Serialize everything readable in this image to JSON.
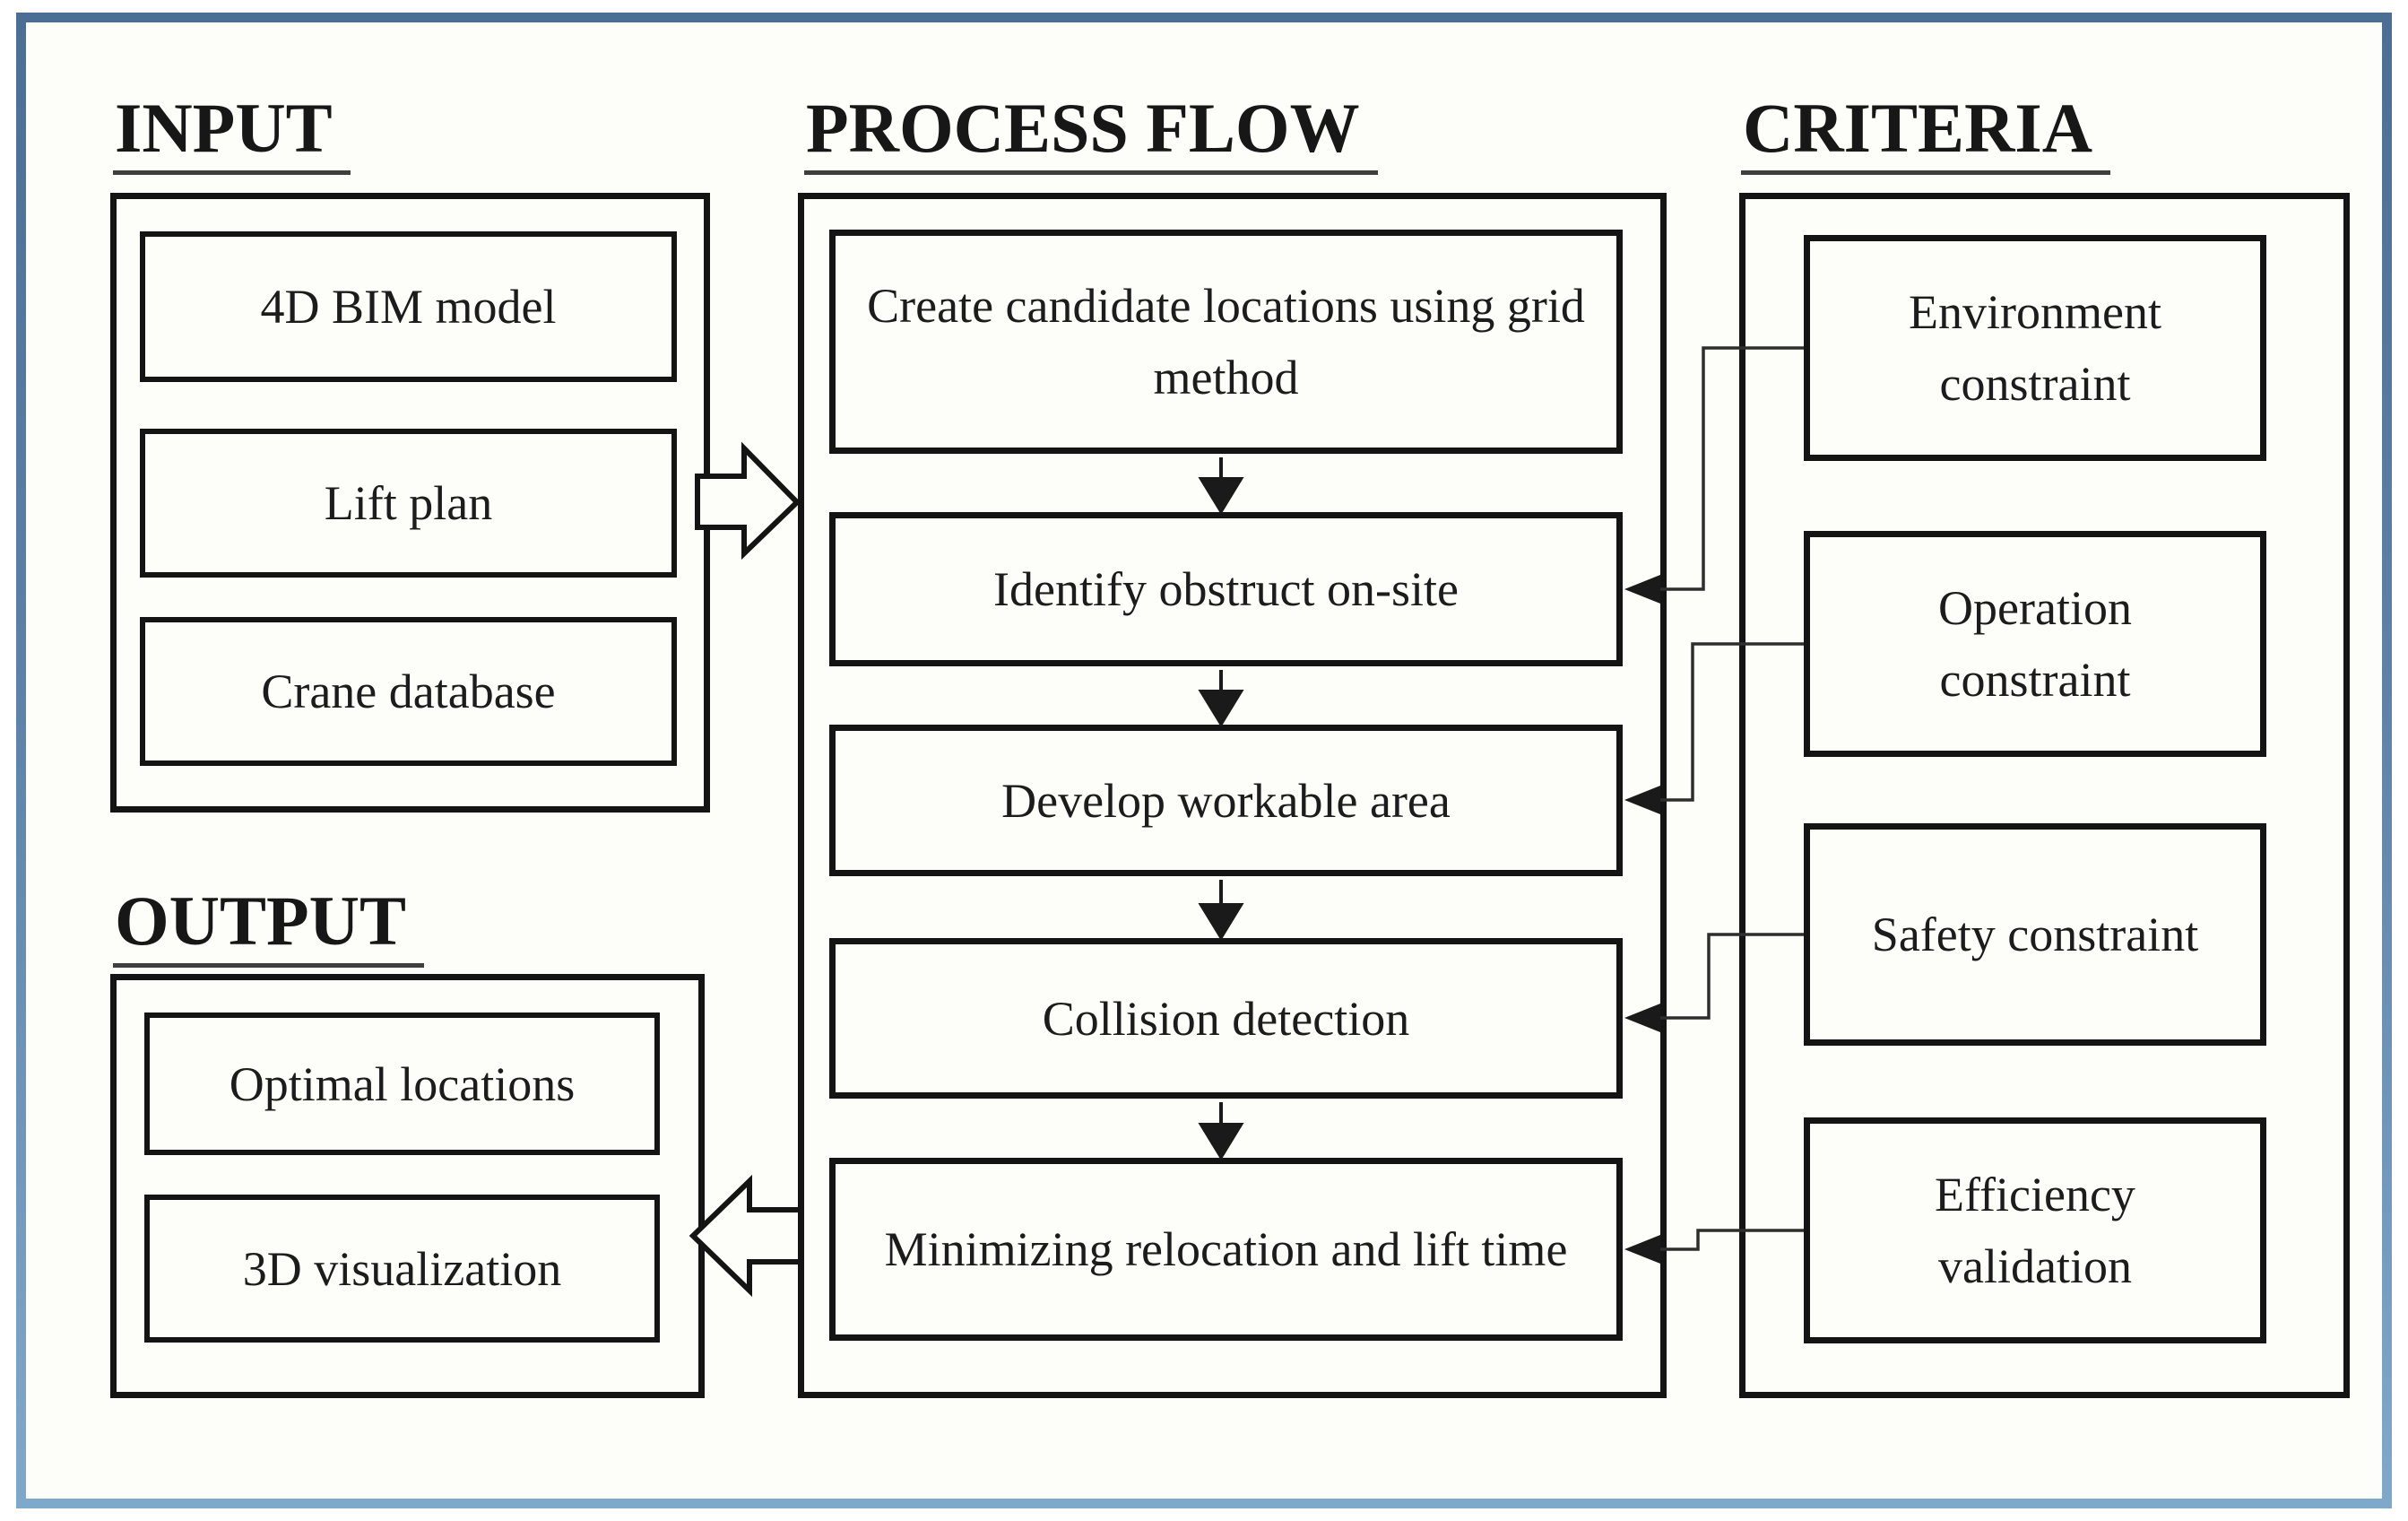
{
  "diagram": {
    "sections": {
      "input": {
        "title": "INPUT",
        "boxes": [
          "4D BIM model",
          "Lift plan",
          "Crane database"
        ]
      },
      "process": {
        "title": "PROCESS FLOW",
        "boxes": [
          "Create candidate locations using grid method",
          "Identify obstruct on-site",
          "Develop workable area",
          "Collision detection",
          "Minimizing relocation and lift time"
        ]
      },
      "criteria": {
        "title": "CRITERIA",
        "boxes": [
          "Environment constraint",
          "Operation constraint",
          "Safety constraint",
          "Efficiency validation"
        ]
      },
      "output": {
        "title": "OUTPUT",
        "boxes": [
          "Optimal locations",
          "3D visualization"
        ]
      }
    },
    "colors": {
      "frame_top": "#4b6e95",
      "frame_bottom": "#7fa9cb",
      "box_border": "#141414",
      "text": "#1c1c1c",
      "connector": "#2e2e2e",
      "background": "#fdfdfa"
    }
  }
}
